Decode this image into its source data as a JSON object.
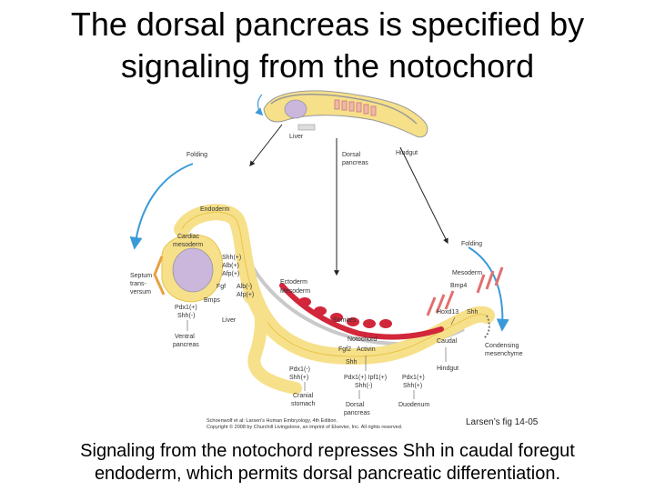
{
  "slide": {
    "title_line1": "The dorsal pancreas is specified by",
    "title_line2": "signaling from the notochord",
    "caption_line1": "Signaling from the notochord represses Shh in caudal foregut",
    "caption_line2": "endoderm, which permits dorsal pancreatic differentiation.",
    "figure_ref": "Larsen’s fig 14-05"
  },
  "figure": {
    "labels": {
      "liver_top": "Liver",
      "dorsal_pancreas_top_1": "Dorsal",
      "dorsal_pancreas_top_2": "pancreas",
      "hindgut_top": "Hindgut",
      "folding_left": "Folding",
      "folding_right": "Folding",
      "endoderm": "Endoderm",
      "cardiac_mesoderm_1": "Cardiac",
      "cardiac_mesoderm_2": "mesoderm",
      "shh_plus": "Shh(+)",
      "alb_plus": "Alb(+)",
      "afp_plus": "Afp(+)",
      "fgf": "Fgf",
      "alb_minus": "Alb(-)",
      "afp_plus_2": "Afp(+)",
      "bmps": "Bmps",
      "septum_1": "Septum",
      "septum_2": "trans-",
      "septum_3": "versum",
      "ectoderm": "Ectoderm",
      "mesoderm_mid": "Mesoderm",
      "mesoderm_right": "Mesoderm",
      "bmp4": "Bmp4",
      "hoxd13": "Hoxd13",
      "shh_caudal": "Shh",
      "pdx1_plus_1": "Pdx1(+)",
      "shh_minus_1": "Shh(-)",
      "liver_mid": "Liver",
      "ventral_pancreas_1": "Ventral",
      "ventral_pancreas_2": "pancreas",
      "somites": "Somites",
      "notochord": "Notochord",
      "fgf2": "Fgf2",
      "activin": "Activin",
      "shh_label": "Shh",
      "caudal": "Caudal",
      "condensing_1": "Condensing",
      "condensing_2": "mesenchyme",
      "hindgut_bottom": "Hindgut",
      "pdx1_minus": "Pdx1(-)",
      "shh_plus_2": "Shh(+)",
      "pdx1_ipf1": "Pdx1(+) Ipf1(+)",
      "shh_minus_2": "Shh(-)",
      "pdx1_plus_3": "Pdx1(+)",
      "shh_plus_3": "Shh(+)",
      "cranial_stomach_1": "Cranial",
      "cranial_stomach_2": "stomach",
      "dorsal_pancreas_bottom_1": "Dorsal",
      "dorsal_pancreas_bottom_2": "pancreas",
      "duodenum": "Duodenum"
    },
    "credit_line1": "Schoenwolf et al: Larsen's Human Embryology, 4th Edition.",
    "credit_line2": "Copyright © 2008 by Churchill Livingstone, an imprint of Elsevier, Inc. All rights reserved.",
    "colors": {
      "endoderm": "#f7e08a",
      "endoderm_stroke": "#e8c54a",
      "notochord": "#d2263a",
      "heart": "#cbb6dc",
      "mesoderm_hatch": "#e0706e",
      "arrow": "#3a9ad9",
      "ectoderm": "#c9c9c9"
    }
  }
}
